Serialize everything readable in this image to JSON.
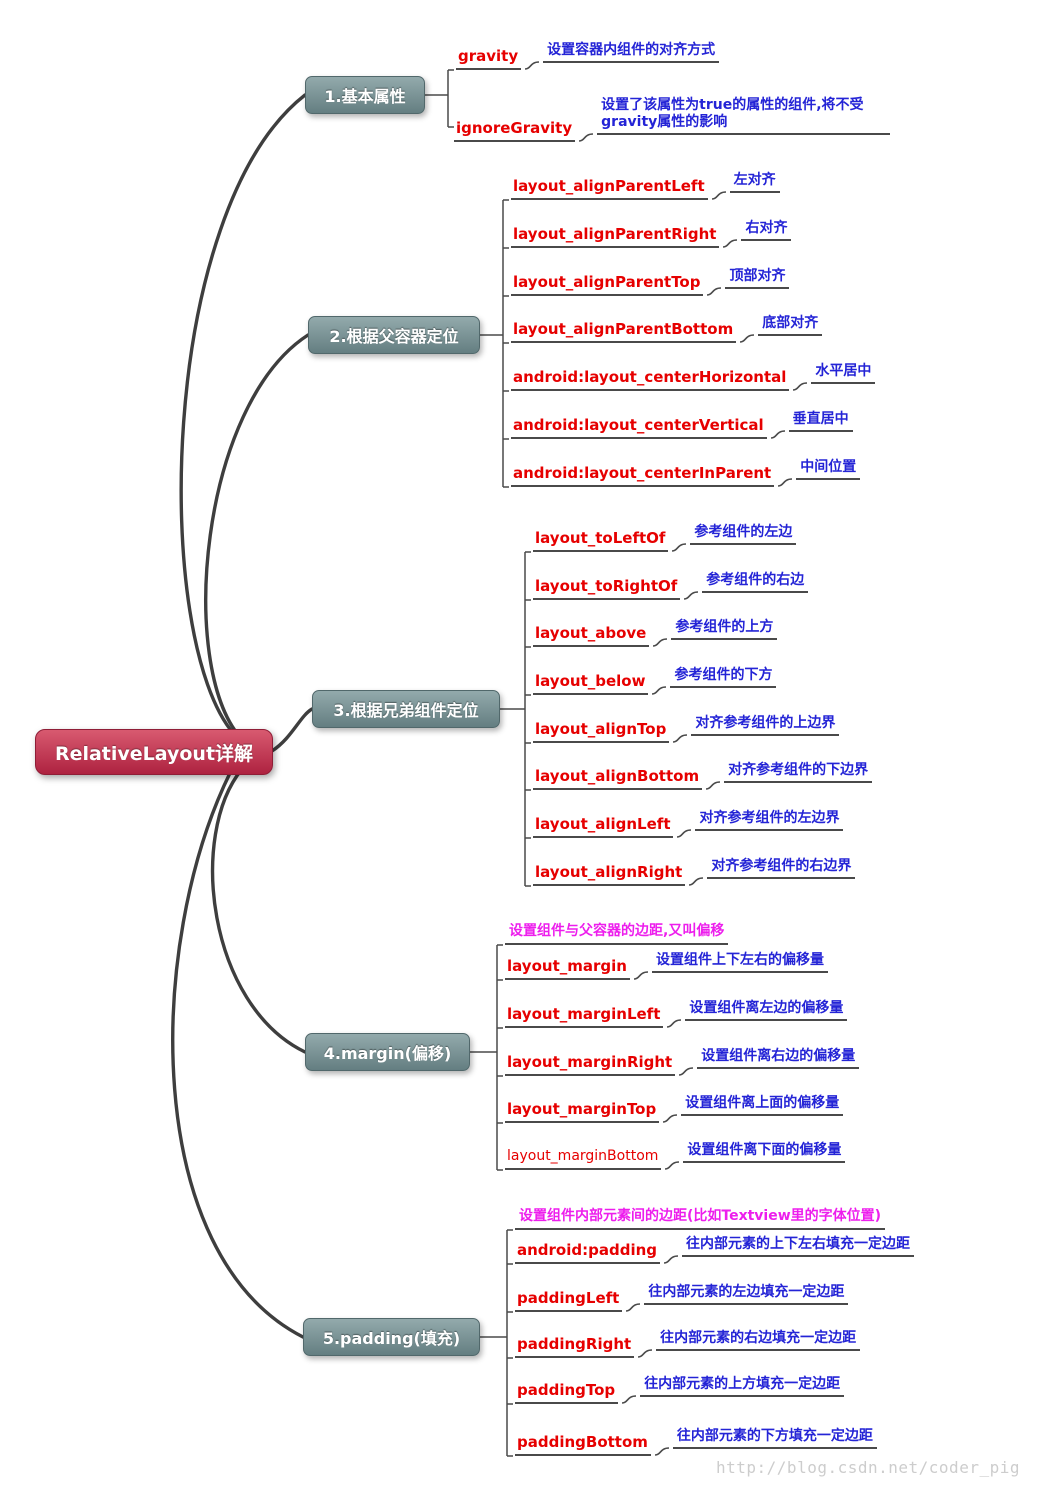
{
  "root": {
    "label": "RelativeLayout详解"
  },
  "watermark": "http://blog.csdn.net/coder_pig",
  "colors": {
    "attr_red": "#e60000",
    "desc_blue": "#2424d6",
    "note_magenta": "#ed1eed",
    "line": "#3e3e3e",
    "root_top": "#d85a70",
    "root_bottom": "#ae2240",
    "branch_top": "#93aaac",
    "branch_bottom": "#647e81"
  },
  "branches": [
    {
      "label": "1.基本属性",
      "items": [
        {
          "label": "gravity",
          "desc": "设置容器内组件的对齐方式"
        },
        {
          "label": "ignoreGravity",
          "desc": "设置了该属性为true的属性的组件,将不受gravity属性的影响"
        }
      ]
    },
    {
      "label": "2.根据父容器定位",
      "items": [
        {
          "label": "layout_alignParentLeft",
          "desc": "左对齐"
        },
        {
          "label": "layout_alignParentRight",
          "desc": "右对齐"
        },
        {
          "label": "layout_alignParentTop",
          "desc": "顶部对齐"
        },
        {
          "label": "layout_alignParentBottom",
          "desc": "底部对齐"
        },
        {
          "label": "android:layout_centerHorizontal",
          "desc": "水平居中"
        },
        {
          "label": "android:layout_centerVertical",
          "desc": "垂直居中"
        },
        {
          "label": "android:layout_centerInParent",
          "desc": "中间位置"
        }
      ]
    },
    {
      "label": "3.根据兄弟组件定位",
      "items": [
        {
          "label": "layout_toLeftOf",
          "desc": "参考组件的左边"
        },
        {
          "label": "layout_toRightOf",
          "desc": "参考组件的右边"
        },
        {
          "label": "layout_above",
          "desc": "参考组件的上方"
        },
        {
          "label": "layout_below",
          "desc": "参考组件的下方"
        },
        {
          "label": "layout_alignTop",
          "desc": "对齐参考组件的上边界"
        },
        {
          "label": "layout_alignBottom",
          "desc": "对齐参考组件的下边界"
        },
        {
          "label": "layout_alignLeft",
          "desc": "对齐参考组件的左边界"
        },
        {
          "label": "layout_alignRight",
          "desc": "对齐参考组件的右边界"
        }
      ]
    },
    {
      "label": "4.margin(偏移)",
      "note": "设置组件与父容器的边距,又叫偏移",
      "items": [
        {
          "label": "layout_margin",
          "desc": "设置组件上下左右的偏移量"
        },
        {
          "label": "layout_marginLeft",
          "desc": "设置组件离左边的偏移量"
        },
        {
          "label": "layout_marginRight",
          "desc": "设置组件离右边的偏移量"
        },
        {
          "label": "layout_marginTop",
          "desc": "设置组件离上面的偏移量"
        },
        {
          "label": "layout_marginBottom",
          "desc": "设置组件离下面的偏移量"
        }
      ]
    },
    {
      "label": "5.padding(填充)",
      "note": "设置组件内部元素间的边距(比如Textview里的字体位置)",
      "items": [
        {
          "label": "android:padding",
          "desc": "往内部元素的上下左右填充一定边距"
        },
        {
          "label": "paddingLeft",
          "desc": "往内部元素的左边填充一定边距"
        },
        {
          "label": "paddingRight",
          "desc": "往内部元素的右边填充一定边距"
        },
        {
          "label": "paddingTop",
          "desc": "往内部元素的上方填充一定边距"
        },
        {
          "label": "paddingBottom",
          "desc": "往内部元素的下方填充一定边距"
        }
      ]
    }
  ]
}
